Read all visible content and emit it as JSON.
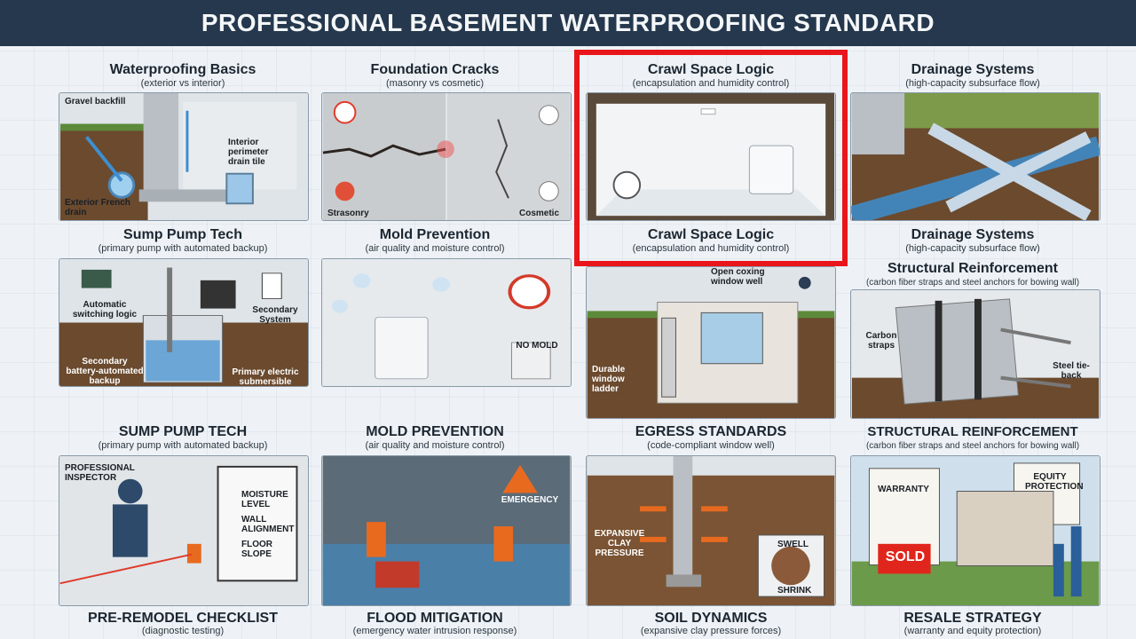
{
  "header": {
    "title": "PROFESSIONAL BASEMENT WATERPROOFING STANDARD"
  },
  "cards": [
    {
      "title": "Waterproofing Basics",
      "subtitle": "(exterior vs interior)",
      "labels": [
        "Gravel backfill",
        "Interior perimeter drain tile",
        "Exterior French drain"
      ]
    },
    {
      "title": "Foundation Cracks",
      "subtitle": "(masonry vs cosmetic)",
      "labels": [
        "Strasonry",
        "Cosmetic"
      ]
    },
    {
      "title": "Crawl Space Logic",
      "subtitle": "(encapsulation and humidity control)",
      "title2": "Crawl Space Logic",
      "subtitle2": "(encapsulation and humidity control)"
    },
    {
      "title": "Drainage Systems",
      "subtitle": "(high-capacity subsurface flow)",
      "title2": "Drainage Systems",
      "subtitle2": "(high-capacity subsurface flow)"
    },
    {
      "title": "Sump Pump Tech",
      "subtitle": "(primary pump with automated backup)",
      "labels": [
        "Automatic switching logic",
        "Secondary System",
        "Secondary battery-automated backup",
        "Primary electric submersible pump"
      ]
    },
    {
      "title": "Mold Prevention",
      "subtitle": "(air quality and moisture control)",
      "labels": [
        "NO MOLD"
      ]
    },
    {
      "title": "EGRESS STANDARDS",
      "subtitle": "(code-compliant window well)",
      "labels": [
        "Open coxing window well",
        "Durable window ladder"
      ]
    },
    {
      "title": "Structural Reinforcement",
      "subtitle": "(carbon fiber straps and steel anchors for bowing wall)",
      "labels": [
        "Carbon straps",
        "Steel tie-back"
      ]
    },
    {
      "title": "SUMP PUMP TECH",
      "subtitle": "(primary pump with automated backup)"
    },
    {
      "title": "MOLD PREVENTION",
      "subtitle": "(air quality and moisture control)"
    },
    {
      "title": "STRUCTURAL REINFORCEMENT",
      "subtitle": "(carbon fiber straps and steel anchors for bowing wall)"
    },
    {
      "title": "PRE-REMODEL CHECKLIST",
      "subtitle": "(diagnostic testing)",
      "labels": [
        "PROFESSIONAL INSPECTOR",
        "MOISTURE LEVEL",
        "WALL ALIGNMENT",
        "FLOOR SLOPE"
      ]
    },
    {
      "title": "FLOOD MITIGATION",
      "subtitle": "(emergency water intrusion response)",
      "labels": [
        "EMERGENCY"
      ]
    },
    {
      "title": "SOIL DYNAMICS",
      "subtitle": "(expansive clay pressure forces)",
      "labels": [
        "EXPANSIVE CLAY PRESSURE",
        "SWELL",
        "SHRINK"
      ]
    },
    {
      "title": "RESALE STRATEGY",
      "subtitle": "(warranty and equity protection)",
      "labels": [
        "WARRANTY",
        "EQUITY PROTECTION",
        "SOLD"
      ]
    }
  ],
  "colors": {
    "banner": "#25384d",
    "highlight": "#e8161b",
    "soil": "#6b4a2e",
    "water": "#3d8fd1",
    "concrete": "#b9bfc4"
  }
}
